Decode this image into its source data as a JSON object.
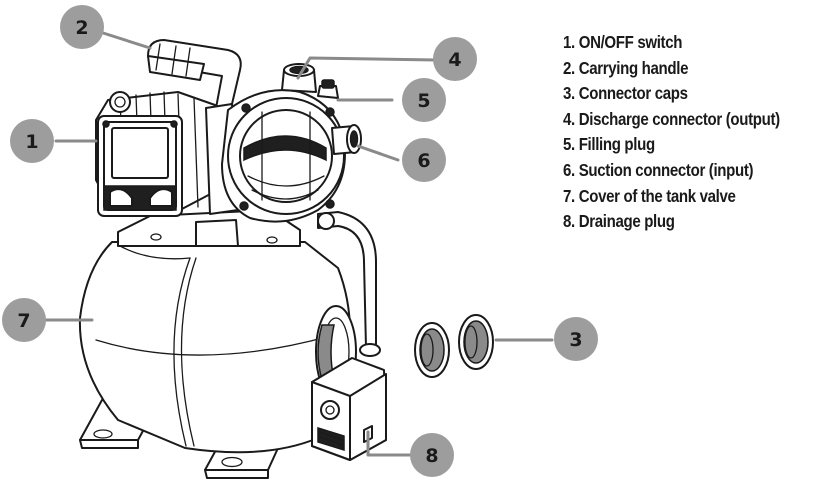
{
  "legend": {
    "items": [
      "1. ON/OFF switch",
      "2. Carrying handle",
      "3. Connector caps",
      "4. Discharge connector (output)",
      "5. Filling plug",
      "6. Suction connector (input)",
      "7. Cover of the tank valve",
      "8. Drainage plug"
    ]
  },
  "callouts": [
    "1",
    "2",
    "3",
    "4",
    "5",
    "6",
    "7",
    "8"
  ],
  "colors": {
    "callout_fill": "#9d9d9d",
    "line_art": "#1a1a1a",
    "background": "#ffffff"
  }
}
